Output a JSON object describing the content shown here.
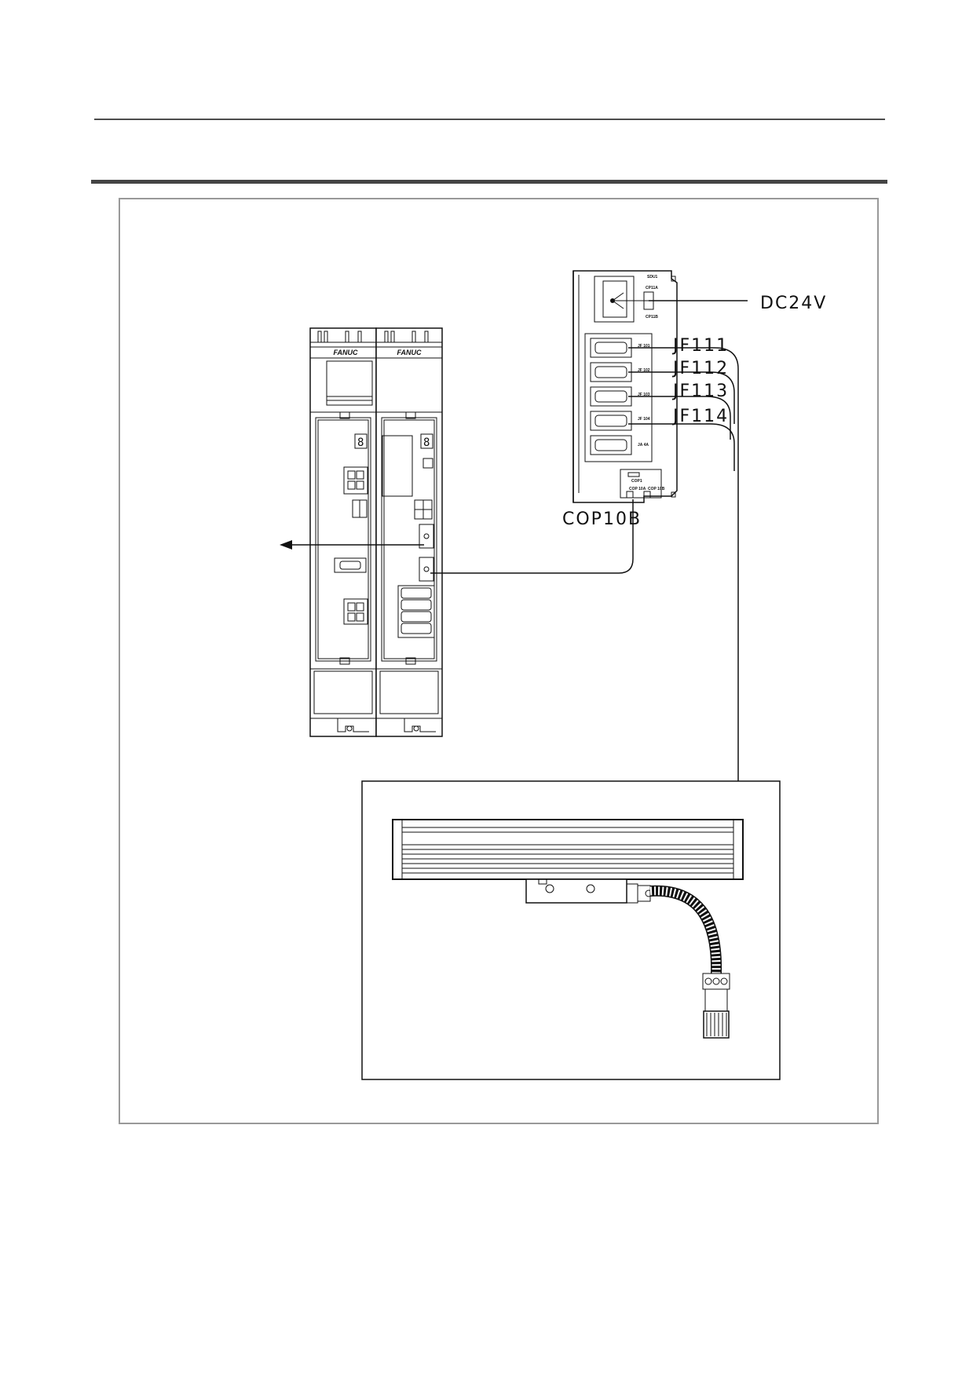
{
  "labels": {
    "dc24v": "DC24V",
    "jf111": "JF111",
    "jf112": "JF112",
    "jf113": "JF113",
    "jf114": "JF114",
    "cop10b": "COP10B"
  },
  "unit_marks": {
    "sdu": "SDU1",
    "cp11a": "CP11A",
    "cp11b": "CP11B",
    "jf101": "JF 101",
    "jf102": "JF 102",
    "jf103": "JF 103",
    "jf104": "JF 104",
    "ja4a": "JA 4A",
    "cop1": "COP1",
    "cop10a": "COP 10A",
    "cop10b": "COP 10B"
  },
  "brand_left": "FANUC",
  "brand_right": "FANUC"
}
